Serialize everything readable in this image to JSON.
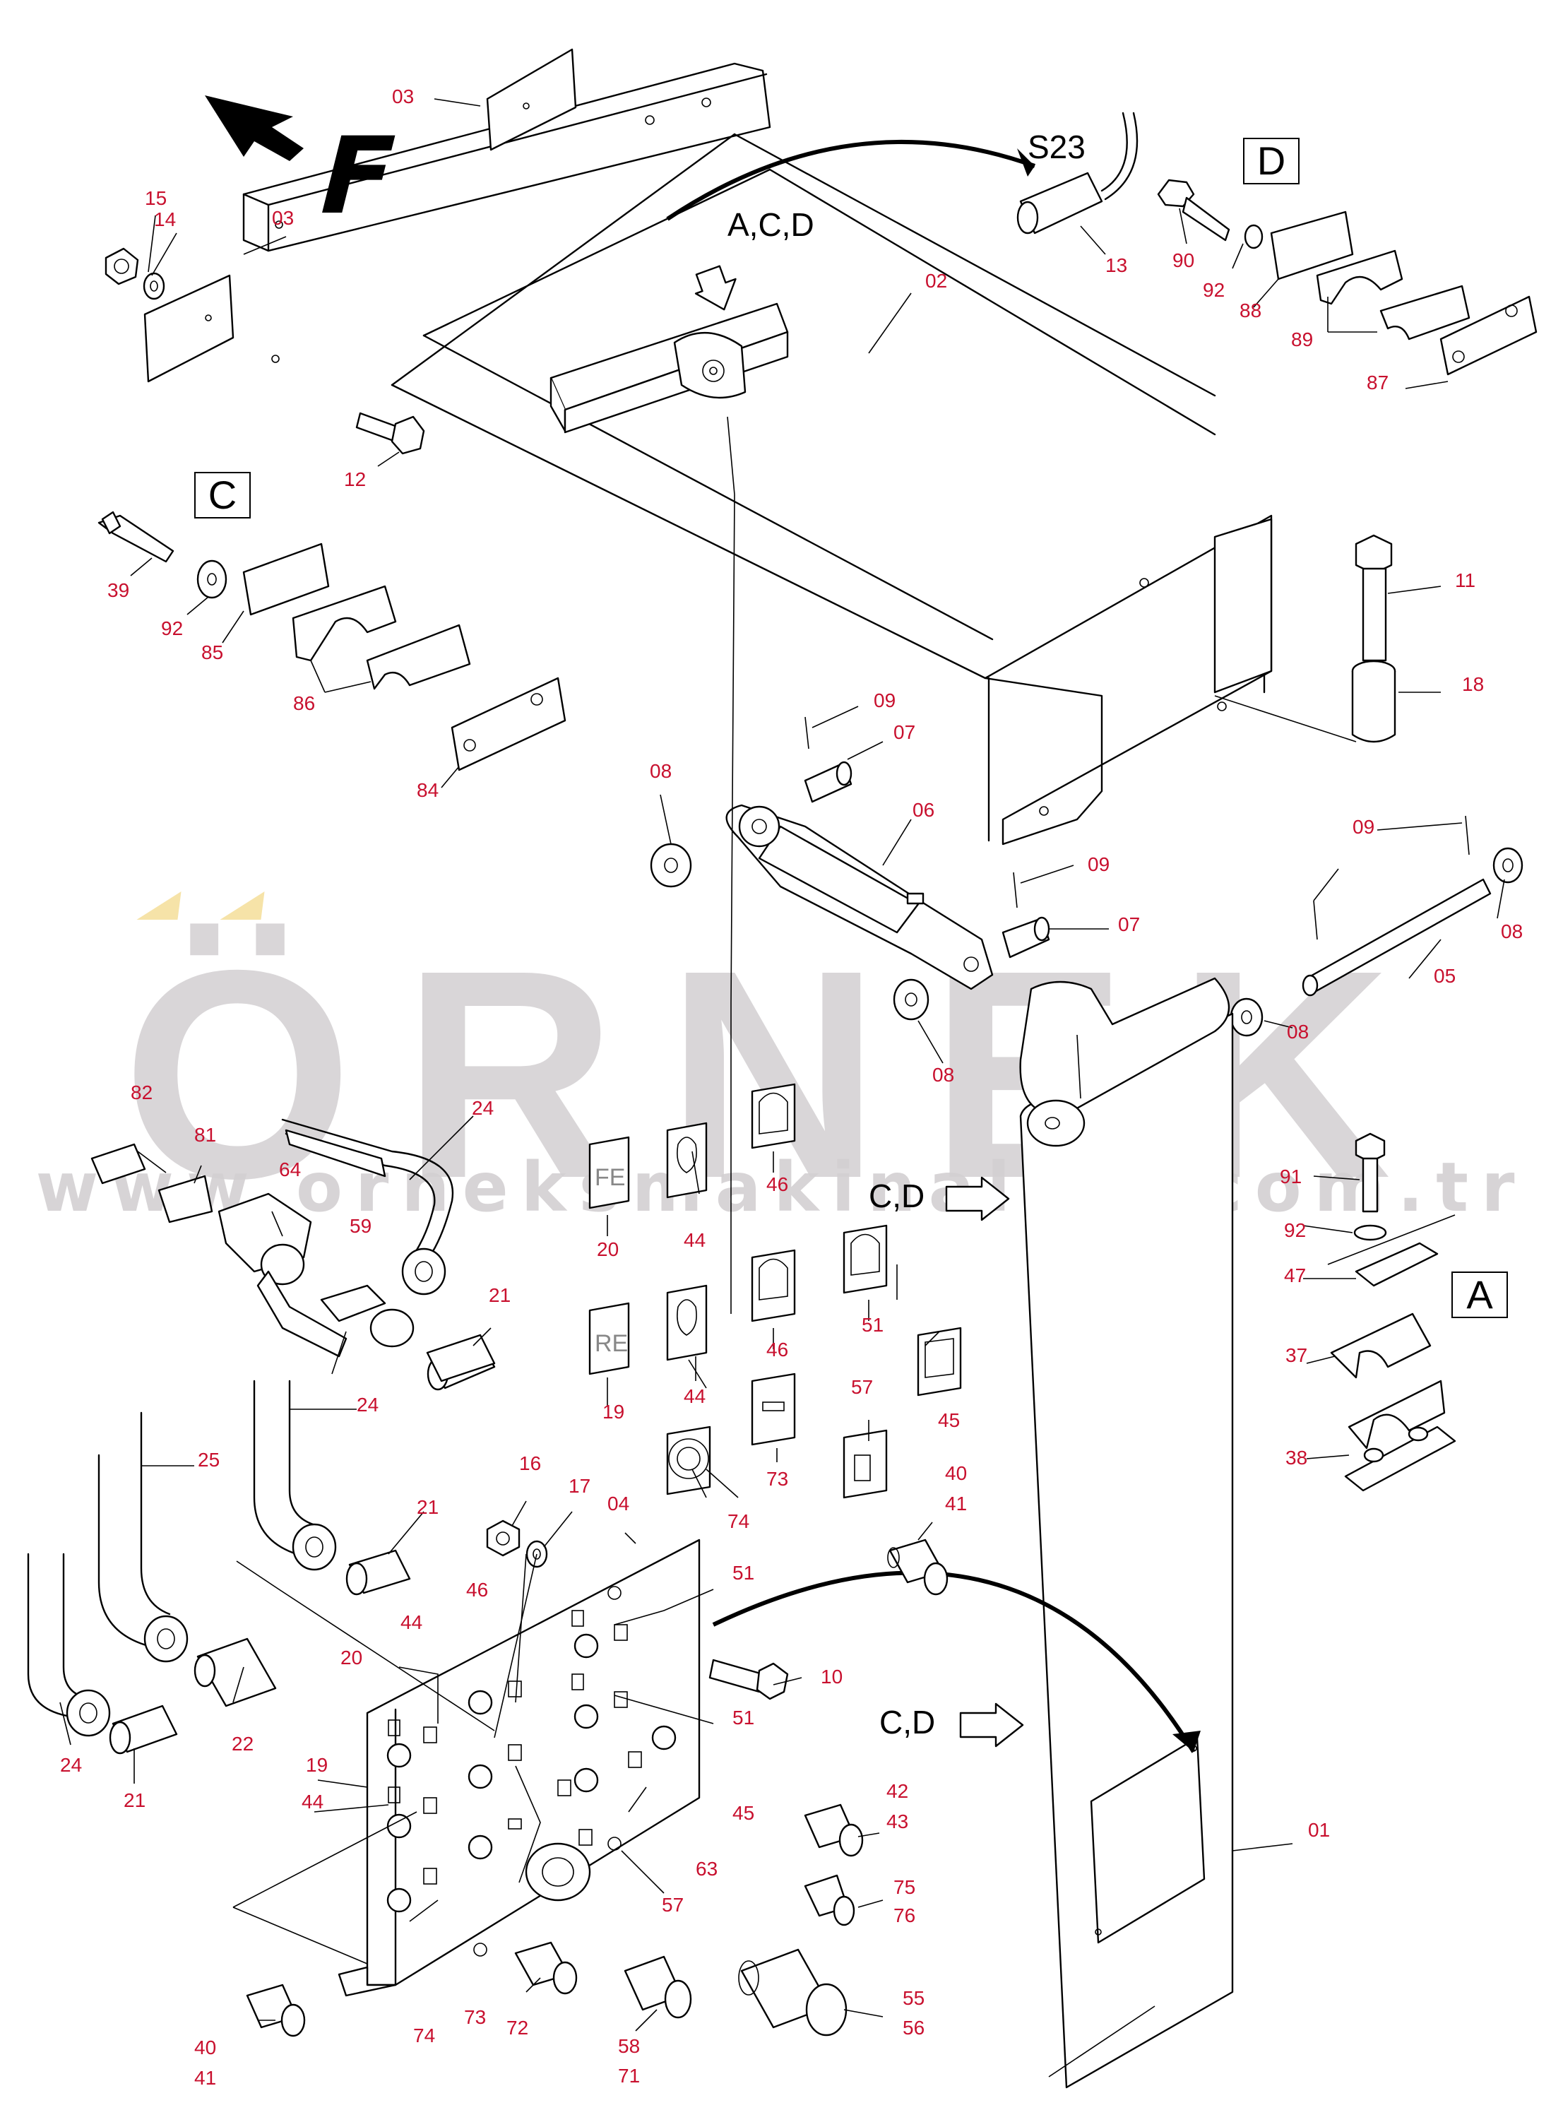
{
  "watermark": {
    "brand": "ÖRNEK",
    "brand_base": "RNEK",
    "url": "www.orneksmakinalari.com.tr"
  },
  "colors": {
    "callout": "#c8102e",
    "lines": "#000000",
    "watermark": "#d3d0d2",
    "watermark_dots": "#f6e3a8"
  },
  "direction_letter": "F",
  "view_labels": {
    "s23": "S23",
    "acd": "A,C,D",
    "cd1": "C,D",
    "cd2": "C,D"
  },
  "box_labels": {
    "d": "D",
    "c": "C",
    "a": "A"
  },
  "callouts": {
    "n03a": "03",
    "n03b": "03",
    "n15": "15",
    "n14": "14",
    "n12": "12",
    "n02": "02",
    "n13": "13",
    "n90": "90",
    "n92a": "92",
    "n88": "88",
    "n89": "89",
    "n87": "87",
    "n39": "39",
    "n92b": "92",
    "n85": "85",
    "n86": "86",
    "n84": "84",
    "n11": "11",
    "n18": "18",
    "n09a": "09",
    "n07a": "07",
    "n08a": "08",
    "n06": "06",
    "n09b": "09",
    "n07b": "07",
    "n08b": "08",
    "n09c": "09",
    "n08c": "08",
    "n05": "05",
    "n08d": "08",
    "n82": "82",
    "n81": "81",
    "n64": "64",
    "n24a": "24",
    "n59": "59",
    "n21a": "21",
    "n24b": "24",
    "n25": "25",
    "n21b": "21",
    "n24c": "24",
    "n22": "22",
    "n21c": "21",
    "n20a": "20",
    "n44a": "44",
    "n46a": "46",
    "n19a": "19",
    "n44b": "44",
    "n46b": "46",
    "n51a": "51",
    "n57a": "57",
    "n45a": "45",
    "n73a": "73",
    "n74a": "74",
    "n16": "16",
    "n17": "17",
    "n04": "04",
    "n46c": "46",
    "n51b": "51",
    "n51c": "51",
    "n10": "10",
    "n20b": "20",
    "n44c": "44",
    "n19b": "19",
    "n44d": "44",
    "n45b": "45",
    "n63": "63",
    "n57b": "57",
    "n40a": "40",
    "n41a": "41",
    "n42": "42",
    "n43": "43",
    "n75": "75",
    "n76": "76",
    "n55": "55",
    "n56": "56",
    "n58": "58",
    "n71": "71",
    "n72": "72",
    "n73b": "73",
    "n74b": "74",
    "n40b": "40",
    "n41b": "41",
    "n01": "01",
    "n91": "91",
    "n92c": "92",
    "n47": "47",
    "n37": "37",
    "n38": "38"
  },
  "decals": {
    "fe": "FE",
    "re": "RE"
  }
}
